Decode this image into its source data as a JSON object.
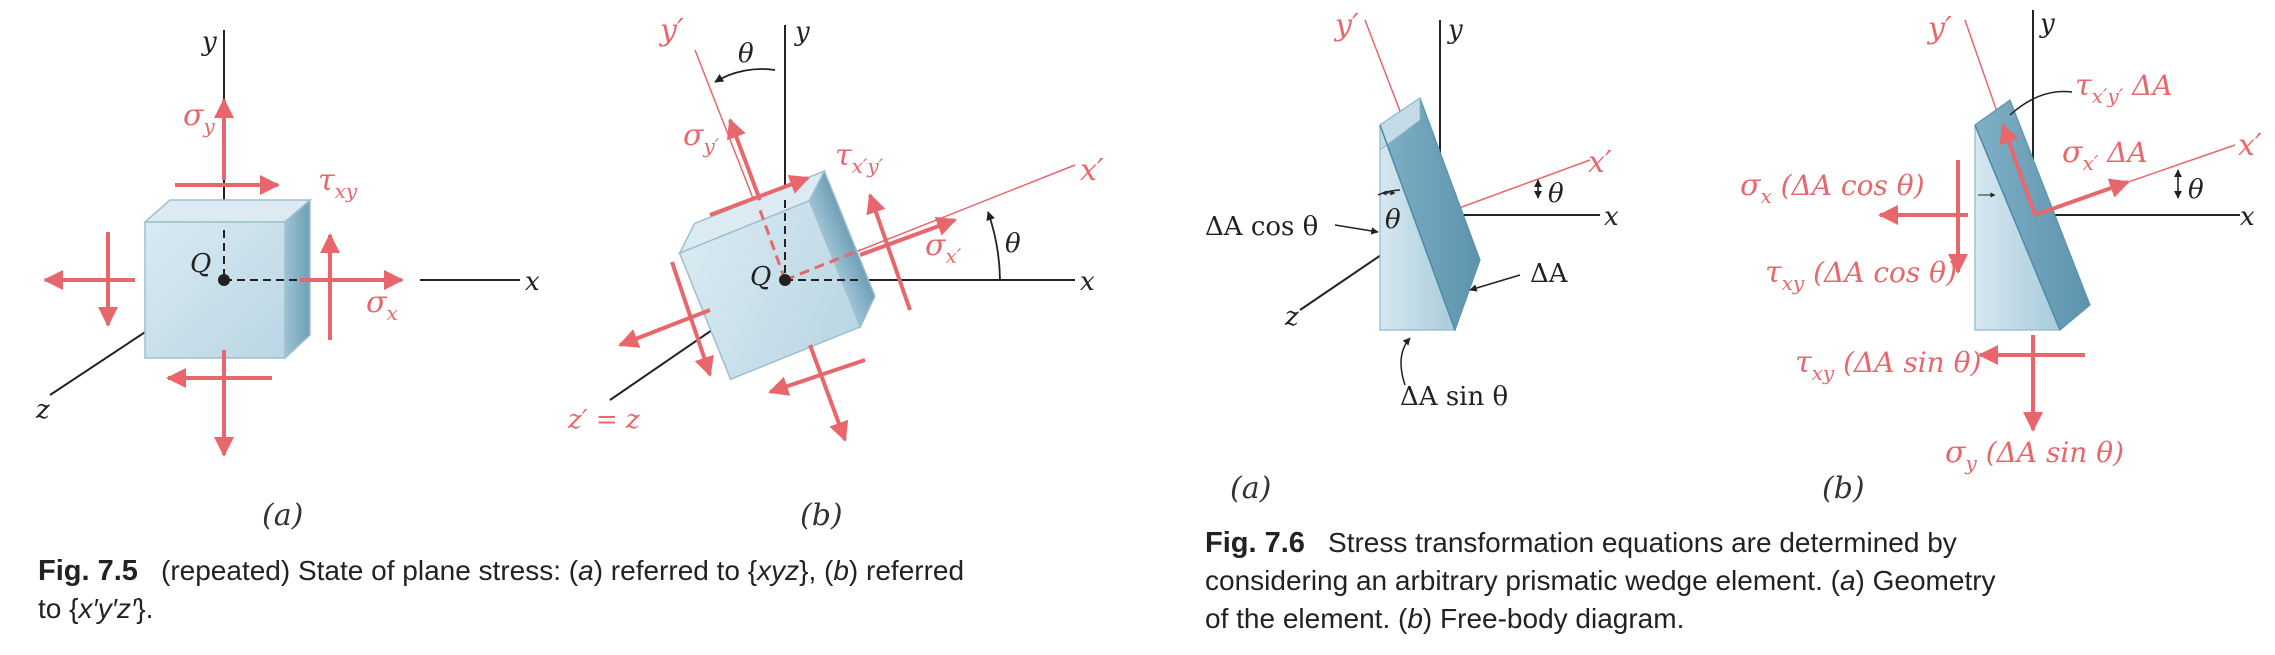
{
  "fig5": {
    "a": {
      "y": "y",
      "x": "x",
      "z": "z",
      "Q": "Q",
      "sigma_y": "σ",
      "sigma_y_sub": "y",
      "tau_xy": "τ",
      "tau_xy_sub": "xy",
      "sigma_x": "σ",
      "sigma_x_sub": "x",
      "panel": "(a)"
    },
    "b": {
      "y_prime": "y′",
      "y": "y",
      "theta_top": "θ",
      "sigma_yp": "σ",
      "sigma_yp_sub": "y′",
      "tau_xpyp": "τ",
      "tau_xpyp_sub": "x′y′",
      "x_prime": "x′",
      "x": "x",
      "Q": "Q",
      "sigma_xp": "σ",
      "sigma_xp_sub": "x′",
      "theta_right": "θ",
      "z_eq": "z′ = z",
      "panel": "(b)"
    },
    "caption": {
      "bold": "Fig. 7.5",
      "t1": "(repeated) State of plane stress: (",
      "a": "a",
      "t2": ") referred to {",
      "xyz": "xyz",
      "t3": "}, (",
      "b": "b",
      "t4": ") referred",
      "line2a": "to {",
      "xpypzp": "x′y′z′",
      "line2b": "}."
    }
  },
  "fig6": {
    "a": {
      "y_prime": "y′",
      "y": "y",
      "x_prime": "x′",
      "x": "x",
      "z": "z",
      "theta_in": "θ",
      "theta_out": "θ",
      "dA_cos": "ΔA cos θ",
      "dA": "ΔA",
      "dA_sin": "ΔA sin θ",
      "panel": "(a)"
    },
    "b": {
      "y_prime": "y′",
      "y": "y",
      "x_prime": "x′",
      "x": "x",
      "theta": "θ",
      "tau_xpyp_dA": "τ",
      "tau_xpyp_dA_sub": "x′y′",
      "tau_xpyp_dA_tail": " ΔA",
      "sigma_xp_dA": "σ",
      "sigma_xp_dA_sub": "x′",
      "sigma_xp_dA_tail": " ΔA",
      "sigma_x_term": "σ",
      "sigma_x_term_sub": "x",
      "sigma_x_term_tail": " (ΔA cos θ)",
      "tau_xy_cos": "τ",
      "tau_xy_cos_sub": "xy",
      "tau_xy_cos_tail": " (ΔA cos θ)",
      "tau_xy_sin": "τ",
      "tau_xy_sin_sub": "xy",
      "tau_xy_sin_tail": " (ΔA sin θ)",
      "sigma_y_sin": "σ",
      "sigma_y_sin_sub": "y",
      "sigma_y_sin_tail": " (ΔA sin θ)",
      "panel": "(b)"
    },
    "caption": {
      "bold": "Fig. 7.6",
      "line1": "Stress transformation equations are determined by",
      "line2": "considering an arbitrary prismatic wedge element. (",
      "a": "a",
      "line2b": ") Geometry",
      "line3a": "of the element. (",
      "b": "b",
      "line3b": ") Free-body diagram."
    }
  },
  "colors": {
    "stress": "#e8676c",
    "axis": "#222222",
    "cube_face": "#c6dde8",
    "cube_top": "#dcebf2",
    "cube_side": "#8fb8cc"
  }
}
